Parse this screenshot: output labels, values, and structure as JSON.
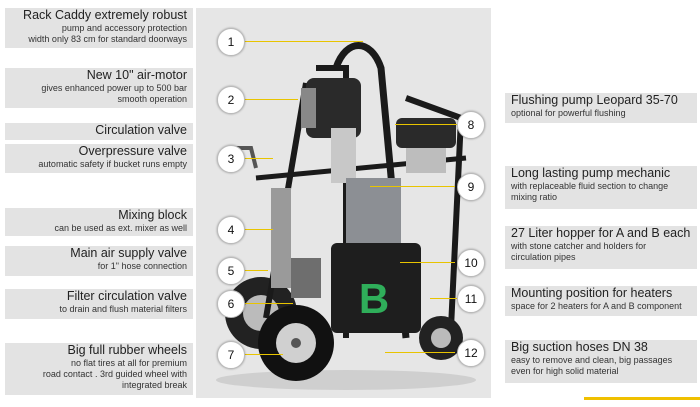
{
  "callouts": [
    {
      "num": "1",
      "title": "Rack Caddy extremely robust",
      "sub": [
        "pump and accessory protection",
        "width only 83 cm for standard doorways"
      ]
    },
    {
      "num": "2",
      "title": "New 10\" air-motor",
      "sub": [
        "gives enhanced power up to 500 bar",
        "smooth operation"
      ]
    },
    {
      "num": "",
      "title": "Circulation valve",
      "sub": []
    },
    {
      "num": "3",
      "title": "Overpressure valve",
      "sub": [
        "automatic safety if bucket runs empty"
      ]
    },
    {
      "num": "4",
      "title": "Mixing block",
      "sub": [
        "can be used as ext. mixer as well"
      ]
    },
    {
      "num": "5",
      "title": "Main air supply valve",
      "sub": [
        "for 1\" hose connection"
      ]
    },
    {
      "num": "6",
      "title": "Filter circulation valve",
      "sub": [
        "to drain and flush material filters"
      ]
    },
    {
      "num": "7",
      "title": "Big full rubber wheels",
      "sub": [
        "no flat tires at all for premium",
        "road contact . 3rd guided wheel with",
        "integrated break"
      ]
    },
    {
      "num": "8",
      "title": "Flushing pump Leopard 35-70",
      "sub": [
        "optional for powerful flushing"
      ]
    },
    {
      "num": "9",
      "title": "Long lasting pump mechanic",
      "sub": [
        "with replaceable fluid section to change",
        "mixing ratio"
      ]
    },
    {
      "num": "10",
      "title": "27 Liter hopper for A and B each",
      "sub": [
        "with stone catcher and holders for",
        "circulation  pipes"
      ]
    },
    {
      "num": "11",
      "title": "Mounting position for heaters",
      "sub": [
        "space for 2 heaters for A and B component"
      ]
    },
    {
      "num": "12",
      "title": "Big suction hoses DN 38",
      "sub": [
        "easy to remove and clean, big passages",
        "even for high solid material"
      ]
    }
  ],
  "hopper_letter": "B",
  "colors": {
    "accent": "#f0c000",
    "box": "#e3e3e3",
    "hopper_letter": "#2fae5a"
  }
}
